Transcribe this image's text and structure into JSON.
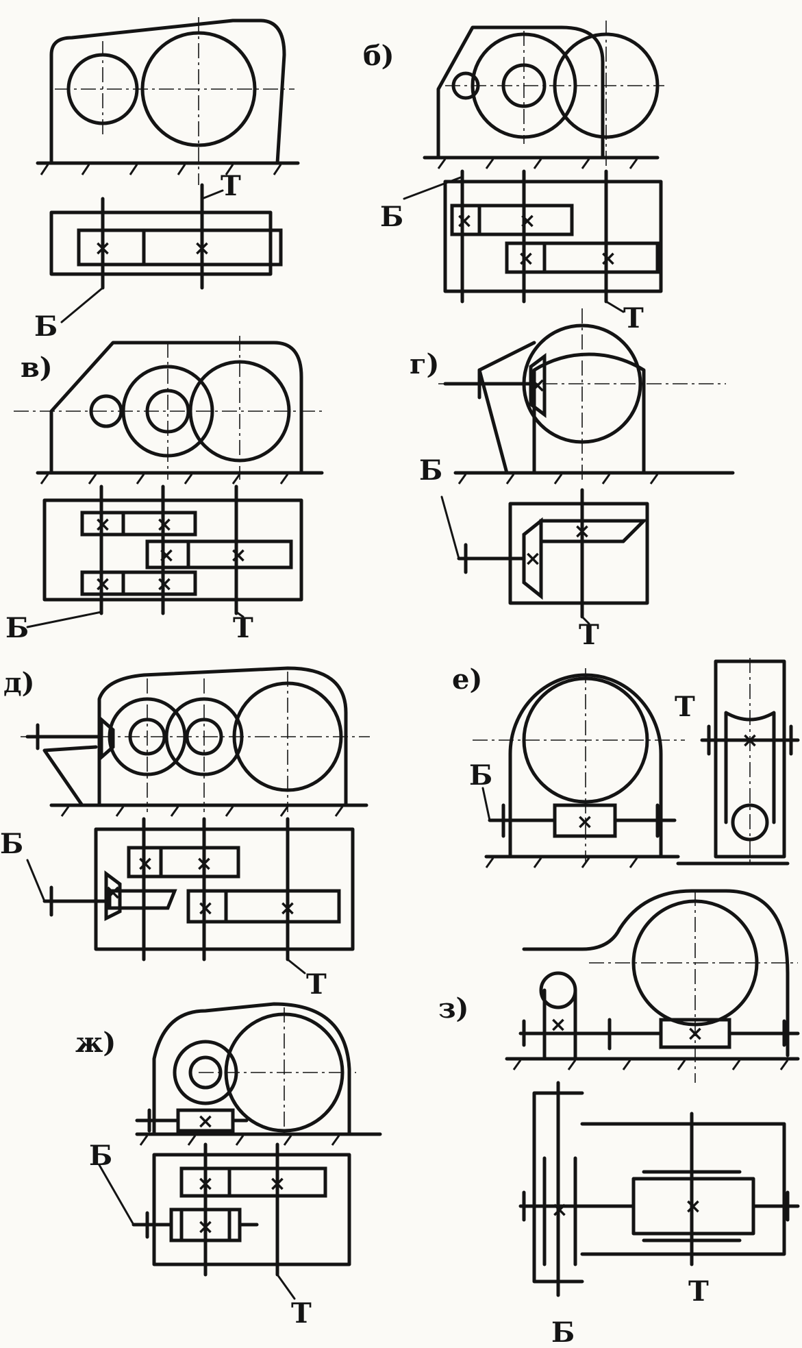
{
  "labels": {
    "b": "б)",
    "v": "в)",
    "g": "г)",
    "d": "д)",
    "e": "е)",
    "zh": "ж)",
    "z": "з)"
  },
  "shafts": {
    "input": "Б",
    "output": "Т"
  },
  "gear_mark": "×"
}
